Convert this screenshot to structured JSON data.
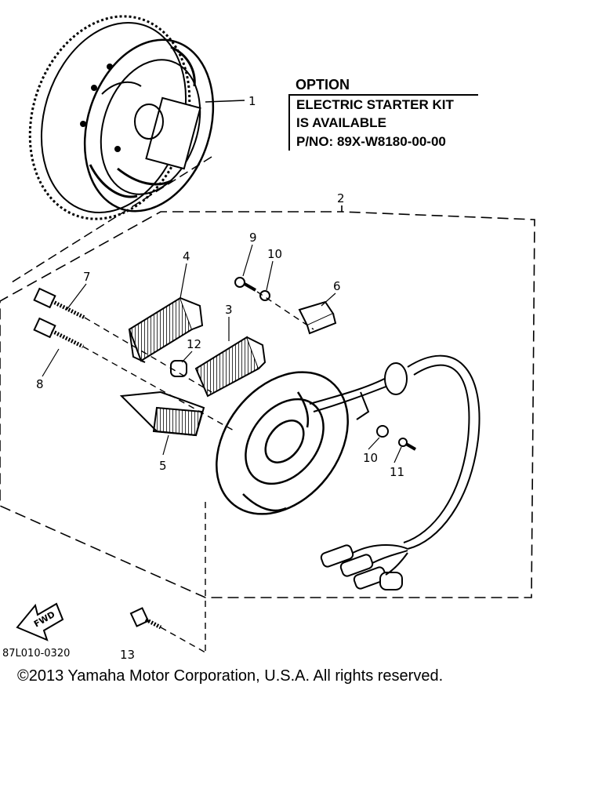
{
  "option": {
    "title": "OPTION",
    "lines": [
      "ELECTRIC STARTER KIT",
      "IS AVAILABLE",
      "P/NO: 89X-W8180-00-00"
    ]
  },
  "callouts": [
    "1",
    "2",
    "3",
    "4",
    "5",
    "6",
    "7",
    "8",
    "9",
    "10",
    "10",
    "11",
    "12",
    "13"
  ],
  "fwd_label": "FWD",
  "reference_code": "87L010-0320",
  "copyright": "©2013 Yamaha Motor Corporation, U.S.A. All rights reserved."
}
